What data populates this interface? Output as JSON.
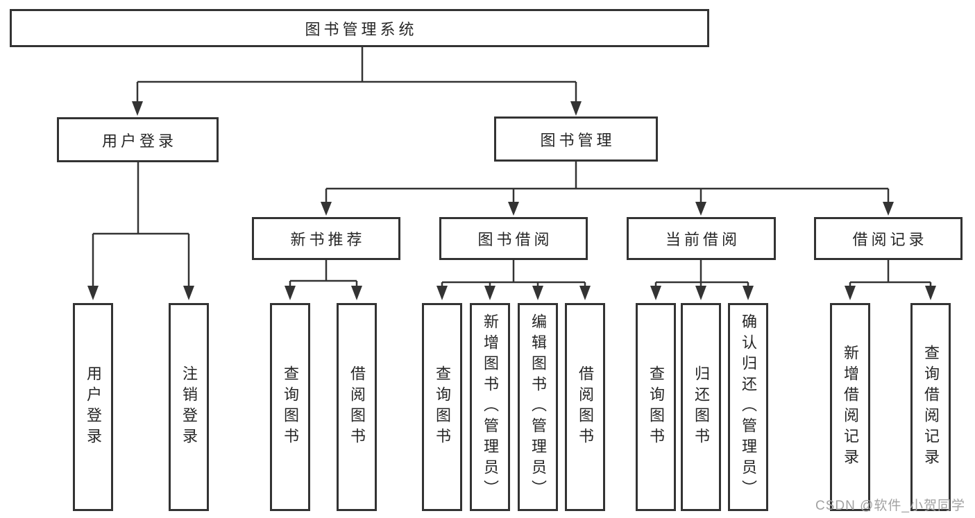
{
  "diagram": {
    "root": {
      "label": "图书管理系统"
    },
    "login": {
      "label": "用户登录",
      "children": [
        {
          "label": "用户登录"
        },
        {
          "label": "注销登录"
        }
      ]
    },
    "management": {
      "label": "图书管理",
      "sections": [
        {
          "label": "新书推荐",
          "children": [
            {
              "label": "查询图书"
            },
            {
              "label": "借阅图书"
            }
          ]
        },
        {
          "label": "图书借阅",
          "children": [
            {
              "label": "查询图书"
            },
            {
              "label": "新增图书（管理员）"
            },
            {
              "label": "编辑图书（管理员）"
            },
            {
              "label": "借阅图书"
            }
          ]
        },
        {
          "label": "当前借阅",
          "children": [
            {
              "label": "查询图书"
            },
            {
              "label": "归还图书"
            },
            {
              "label": "确认归还（管理员）"
            }
          ]
        },
        {
          "label": "借阅记录",
          "children": [
            {
              "label": "新增借阅记录"
            },
            {
              "label": "查询借阅记录"
            }
          ]
        }
      ]
    },
    "watermark": "CSDN @软件_小贺同学",
    "colors": {
      "line": "#333333",
      "text": "#262626",
      "box_background": "#ffffff",
      "watermark": "#a2a2a2"
    }
  }
}
